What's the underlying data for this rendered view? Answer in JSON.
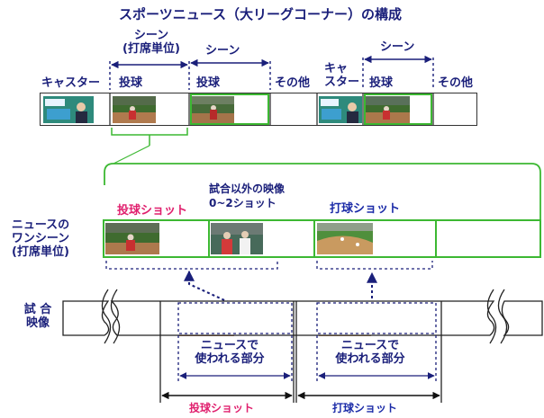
{
  "title": "スポーツニュース（大リーグコーナー）の構成",
  "top_strip": {
    "scene_batting_unit": [
      "シーン",
      "(打席単位)"
    ],
    "scene_label": "シーン",
    "scene_label_right": "シーン",
    "caster_label": "キャスター",
    "caster_label_2": [
      "キャ",
      "スター"
    ],
    "pitch_label": "投球",
    "pitch_label_2": "投球",
    "pitch_label_3": "投球",
    "other_label": "その他",
    "other_label_2": "その他"
  },
  "middle": {
    "side_label": [
      "ニュースの",
      "ワンシーン",
      "(打席単位)"
    ],
    "non_game_label": [
      "試合以外の映像",
      "0~2ショット"
    ],
    "pitch_shot_label": "投球ショット",
    "batting_shot_label": "打球ショット"
  },
  "bottom": {
    "game_video_label": [
      "試 合",
      "映像"
    ],
    "news_used_part_left": [
      "ニュースで",
      "使われる部分"
    ],
    "news_used_part_right": [
      "ニュースで",
      "使われる部分"
    ],
    "pitch_shot_label": "投球ショット",
    "batting_shot_label": "打球ショット"
  },
  "colors": {
    "highlight_green": "#3cb832",
    "navy_text": "#1a1f7a",
    "pitch_shot_magenta": "#e0206e",
    "batting_shot_blue": "#1c2ca8"
  }
}
